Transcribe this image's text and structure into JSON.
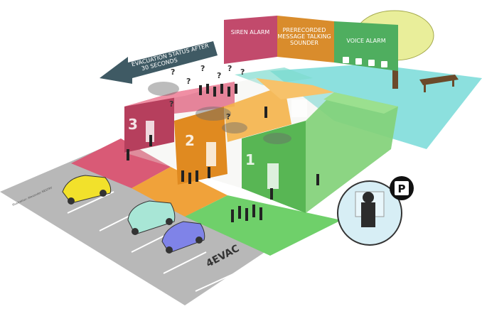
{
  "evacuation_arrow": {
    "line1": "EVACUATION STATUS AFTER",
    "line2": "30 SECONDS"
  },
  "alarm_bar": {
    "siren": {
      "label": "SIREN ALARM",
      "color": "#c24a6c"
    },
    "prerecorded": {
      "line1": "PRERECORDED",
      "line2": "MESSAGE TALKING",
      "line3": "SOUNDER",
      "color": "#d98c2c"
    },
    "voice": {
      "label": "VOICE ALARM",
      "color": "#4fae5f"
    }
  },
  "zones": [
    {
      "number": "3",
      "color": "#d95a76"
    },
    {
      "number": "2",
      "color": "#f0a23a"
    },
    {
      "number": "1",
      "color": "#6fd06a"
    }
  ],
  "parking_sign": "P",
  "logo": "4EVAC",
  "credit": "Illustration: Alexander NESTRY",
  "colors": {
    "pool_blue": "#5fd3d6",
    "road": "#b8b8b8"
  }
}
